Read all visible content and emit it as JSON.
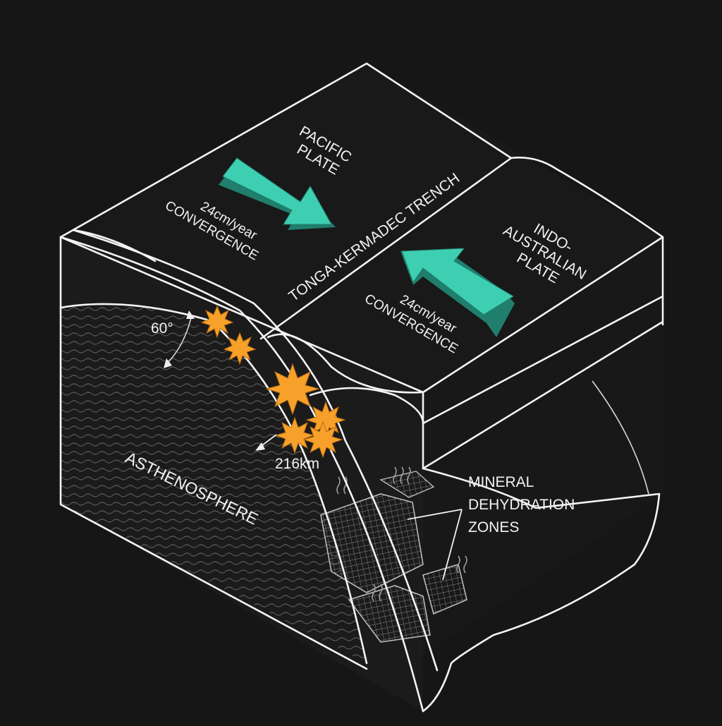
{
  "labels": {
    "pacific_plate": [
      "PACIFIC",
      "PLATE"
    ],
    "pacific_rate": [
      "24cm/year",
      "CONVERGENCE"
    ],
    "trench": "TONGA-KERMADEC TRENCH",
    "indo_plate": [
      "INDO-",
      "AUSTRALIAN",
      "PLATE"
    ],
    "indo_rate": [
      "24cm/year",
      "CONVERGENCE"
    ],
    "angle": "60°",
    "depth": "216km",
    "asthenosphere": "ASTHENOSPHERE",
    "mineral_zones": [
      "MINERAL",
      "DEHYDRATION",
      "ZONES"
    ]
  },
  "colors": {
    "background": "#161616",
    "line": "#f4f4f4",
    "arrow_fill": "#3ecfb2",
    "arrow_side": "#1f7f6c",
    "quake": "#f7a12a"
  },
  "icons": {
    "convergence_arrow": "arrow-icon",
    "earthquake": "starburst-icon",
    "steam": "steam-icon"
  },
  "earthquakes": {
    "count": 6
  }
}
